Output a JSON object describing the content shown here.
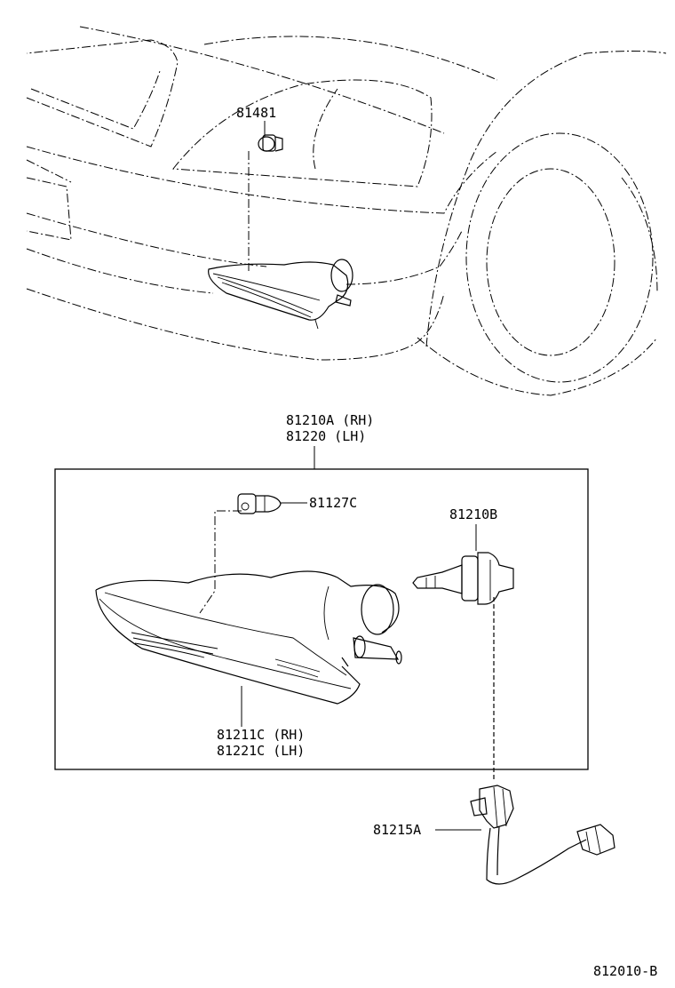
{
  "labels": {
    "bulb_side": "81481",
    "assembly_rh": "81210A (RH)",
    "assembly_lh": "81220 (LH)",
    "bulb_small": "81127C",
    "bulb_main": "81210B",
    "lens_rh": "81211C (RH)",
    "lens_lh": "81221C (LH)",
    "socket_wire": "81215A",
    "diagram_code": "812010-B"
  }
}
